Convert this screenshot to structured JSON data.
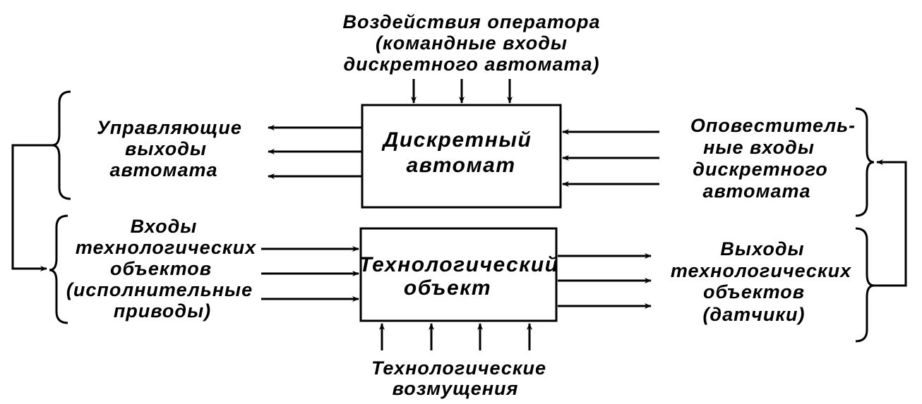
{
  "operator_inputs": {
    "lines": [
      "Воздействия оператора",
      "(командные входы",
      "дискретного автомата)"
    ]
  },
  "automaton": {
    "lines": [
      "Дискретный",
      "автомат"
    ]
  },
  "control_outputs": {
    "lines": [
      "Управляющие",
      "выходы",
      "автомата"
    ]
  },
  "notification_inputs": {
    "lines": [
      "Оповеститель-",
      "ные входы",
      "дискретного",
      "автомата"
    ]
  },
  "tech_object": {
    "lines": [
      "Технологический",
      "объект"
    ]
  },
  "tech_inputs": {
    "lines": [
      "Входы",
      "технологических",
      "объектов",
      "(исполнительные",
      "приводы)"
    ]
  },
  "tech_outputs": {
    "lines": [
      "Выходы",
      "технологических",
      "объектов",
      "(датчики)"
    ]
  },
  "disturbances": {
    "lines": [
      "Технологические",
      "возмущения"
    ]
  }
}
